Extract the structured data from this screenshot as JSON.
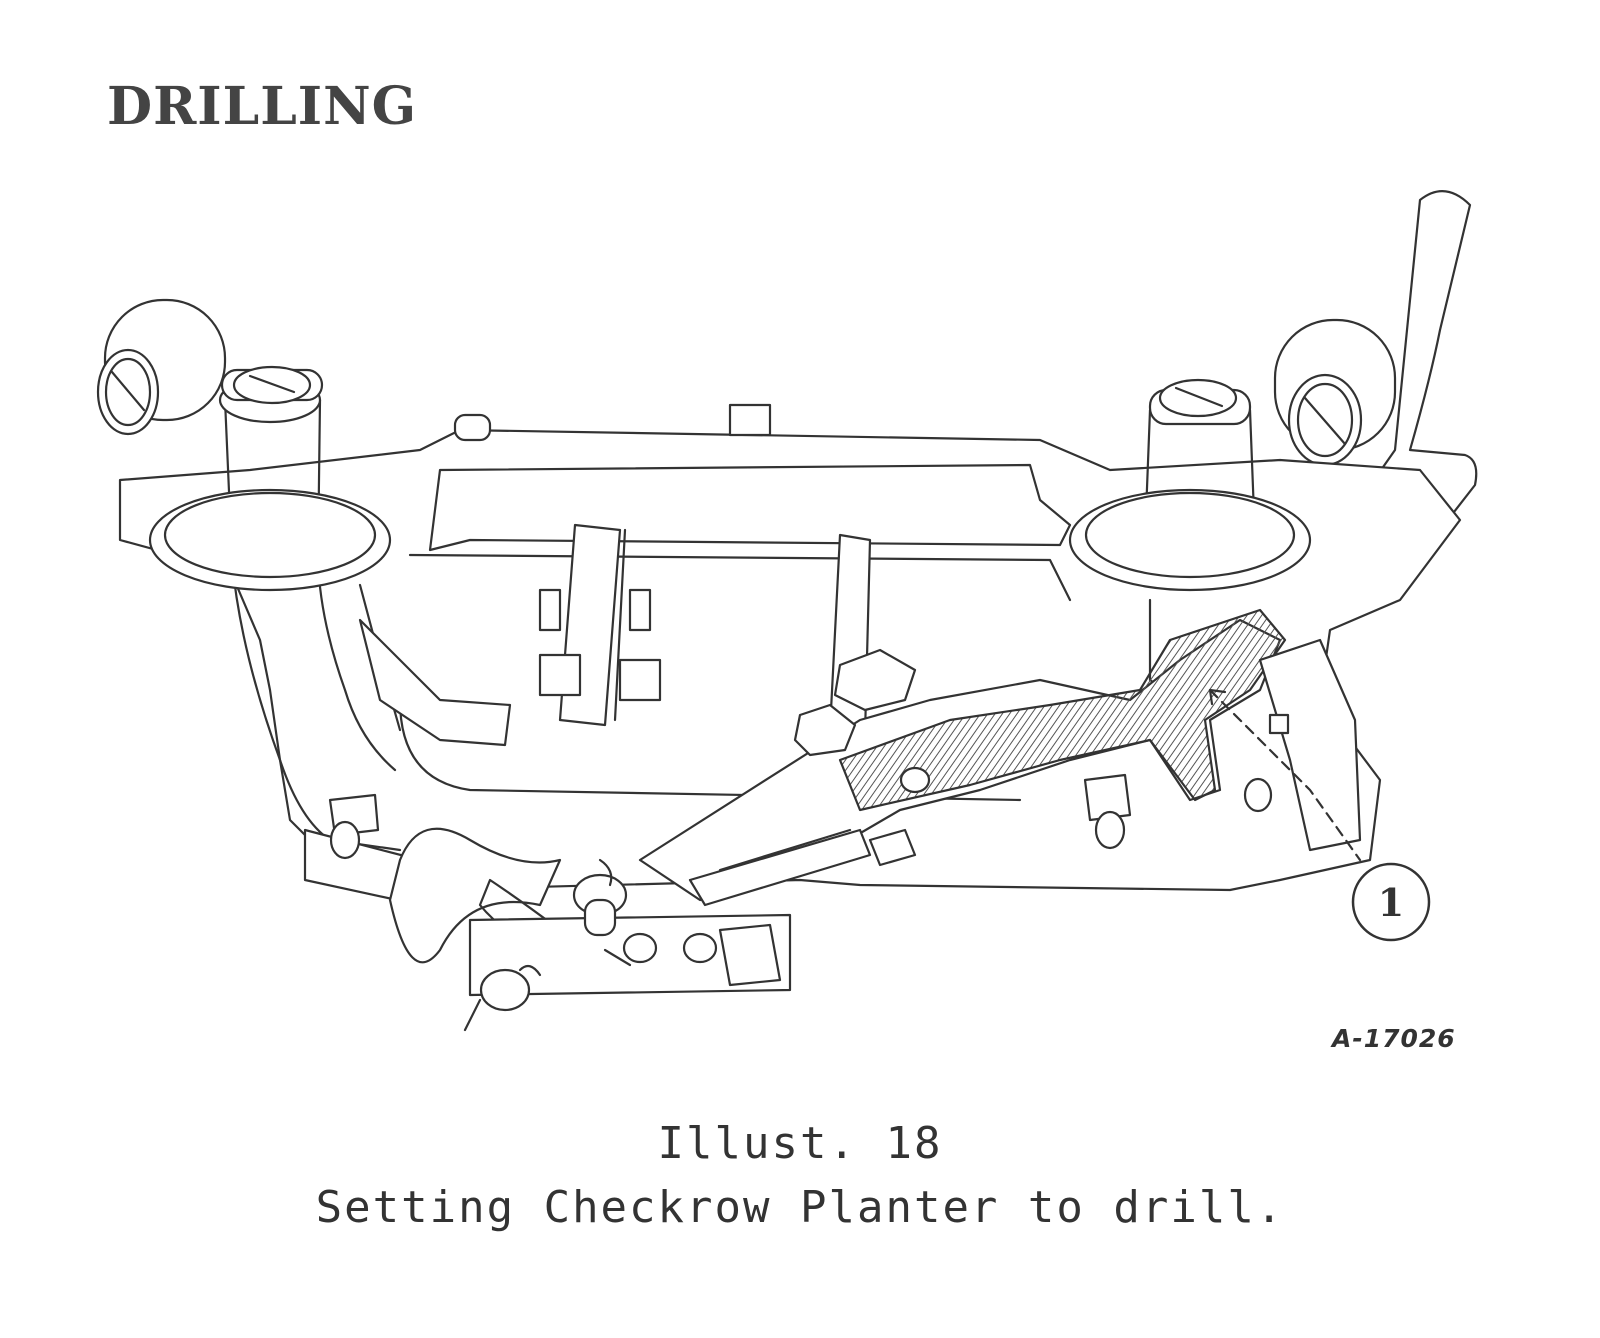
{
  "header": {
    "title": "DRILLING"
  },
  "figure": {
    "code": "A-17026",
    "callout": "1",
    "caption_title": "Illust. 18",
    "caption_text": "Setting Checkrow Planter to drill."
  },
  "colors": {
    "ink": "#333333",
    "hatch": "#555555"
  }
}
